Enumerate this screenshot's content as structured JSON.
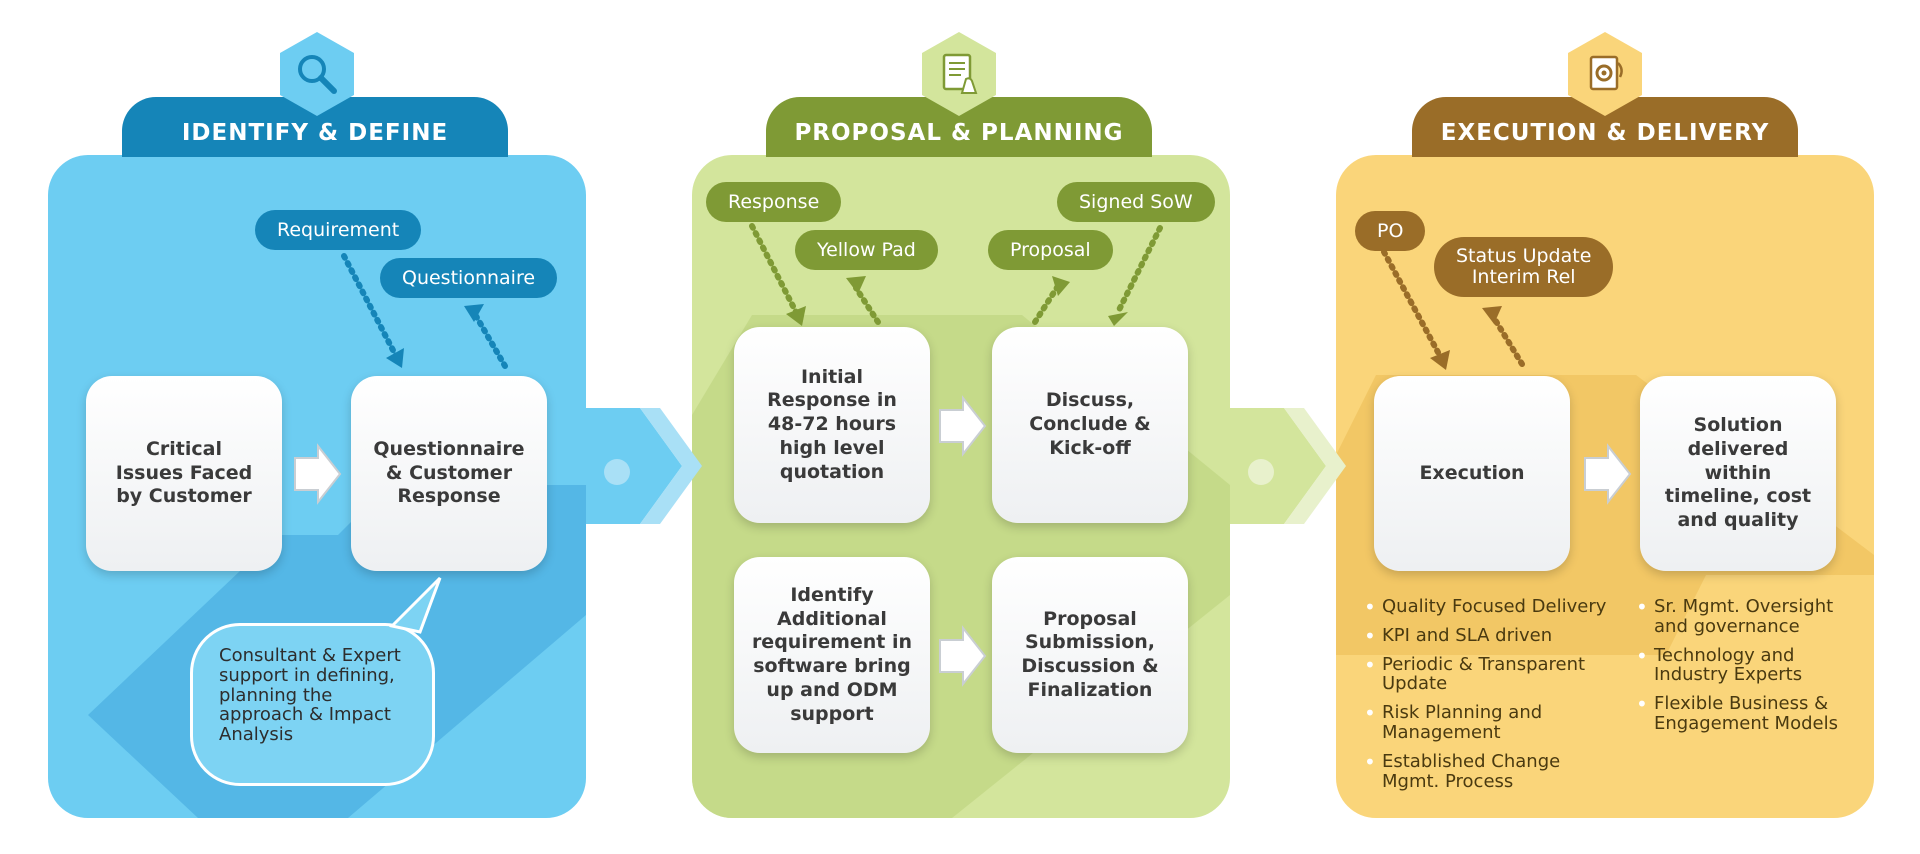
{
  "colors": {
    "identify_panel": "#6dcdf2",
    "identify_dark": "#1585b8",
    "proposal_panel": "#d3e59c",
    "proposal_dark": "#7f9a35",
    "execution_panel": "#fad57a",
    "execution_dark": "#9a6d28"
  },
  "icons": {
    "identify": "magnifier-icon",
    "proposal": "document-hand-icon",
    "execution": "gear-document-icon"
  },
  "identify": {
    "title": "IDENTIFY & DEFINE",
    "pill_requirement": "Requirement",
    "pill_questionnaire": "Questionnaire",
    "box_critical": "Critical\nIssues Faced\nby Customer",
    "box_response": "Questionnaire\n& Customer\nResponse",
    "bubble": "Consultant & Expert\nsupport in defining,\nplanning the\napproach & Impact\nAnalysis"
  },
  "proposal": {
    "title": "PROPOSAL & PLANNING",
    "pill_response": "Response",
    "pill_yellow_pad": "Yellow Pad",
    "pill_proposal": "Proposal",
    "pill_signed_sow": "Signed SoW",
    "box_initial": "Initial\nResponse in\n48-72 hours\nhigh level\nquotation",
    "box_discuss": "Discuss,\nConclude &\nKick-off",
    "box_identify": "Identify\nAdditional\nrequirement in\nsoftware bring\nup and ODM\nsupport",
    "box_submission": "Proposal\nSubmission,\nDiscussion &\nFinalization"
  },
  "execution": {
    "title": "EXECUTION & DELIVERY",
    "pill_po": "PO",
    "pill_status": "Status Update\nInterim Rel",
    "box_execution": "Execution",
    "box_solution": "Solution\ndelivered\nwithin\ntimeline, cost\nand quality",
    "bullets_left": [
      "Quality Focused Delivery",
      "KPI and SLA driven",
      "Periodic & Transparent\nUpdate",
      "Risk Planning and\nManagement",
      "Established Change\nMgmt. Process"
    ],
    "bullets_right": [
      "Sr. Mgmt. Oversight\nand governance",
      "Technology and\nIndustry Experts",
      "Flexible Business &\nEngagement Models"
    ]
  }
}
